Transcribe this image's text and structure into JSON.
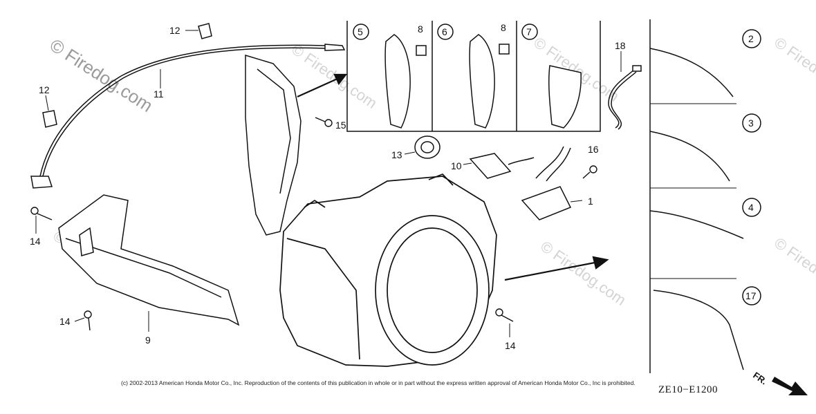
{
  "watermark": {
    "brand": "© Firedog.com"
  },
  "copyright": "(c) 2002-2013 American Honda Motor Co., Inc. Reproduction of the contents of this publication in whole or in part without the express written approval of American Honda Motor Co., Inc is prohibited.",
  "diagram_code": "ZE10−E1200",
  "front_marker": "FR.",
  "callouts": {
    "c1": "1",
    "c9": "9",
    "c10": "10",
    "c11": "11",
    "c12a": "12",
    "c12b": "12",
    "c13": "13",
    "c14a": "14",
    "c14b": "14",
    "c14c": "14",
    "c15": "15",
    "c16": "16",
    "c18": "18"
  },
  "inset_panels": {
    "p5": "5",
    "p6": "6",
    "p7": "7",
    "p8a": "8",
    "p8b": "8"
  },
  "side_views": {
    "v2": "2",
    "v3": "3",
    "v4": "4",
    "v17": "17"
  }
}
